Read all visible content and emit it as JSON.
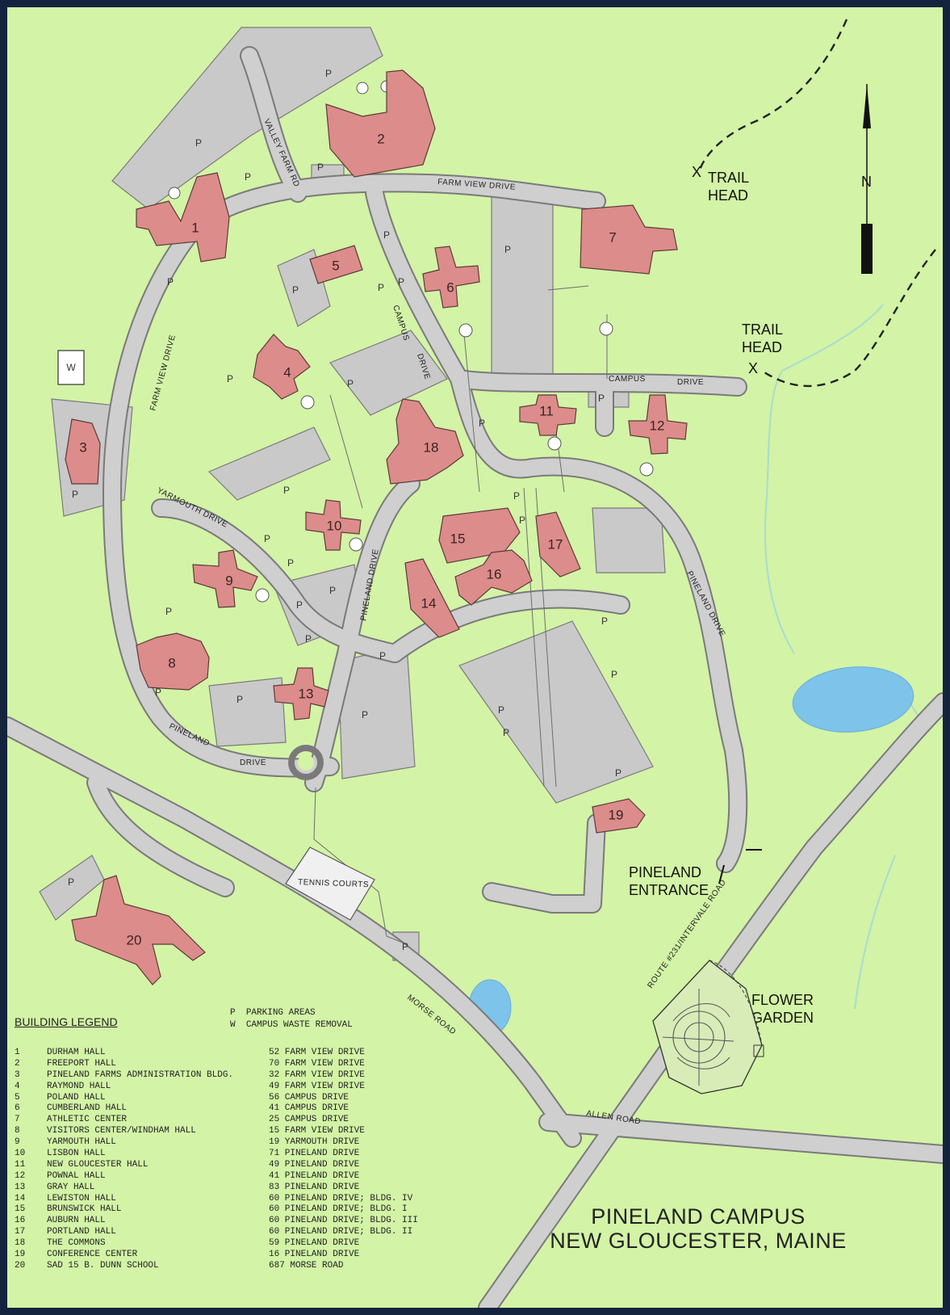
{
  "title": {
    "line1": "PINELAND CAMPUS",
    "line2": "NEW GLOUCESTER, MAINE"
  },
  "compass": {
    "label": "N"
  },
  "places": {
    "trail_head_1": [
      "TRAIL",
      "HEAD"
    ],
    "trail_head_2": [
      "TRAIL",
      "HEAD"
    ],
    "entrance": [
      "PINELAND",
      "ENTRANCE"
    ],
    "flower_garden": [
      "FLOWER",
      "GARDEN"
    ],
    "tennis_courts": "TENNIS COURTS",
    "waste": "W",
    "parking": "P"
  },
  "roads": {
    "farm_view_top": "FARM VIEW DRIVE",
    "farm_view_left": "FARM VIEW DRIVE",
    "valley_farm": "VALLEY FARM RD",
    "campus_drive_1": "CAMPUS",
    "campus_drive_2": "DRIVE",
    "campus_drive_upper_1": "CAMPUS",
    "campus_drive_upper_2": "DRIVE",
    "yarmouth": "YARMOUTH DRIVE",
    "pineland_center": "PINELAND DRIVE",
    "pineland_right": "PINELAND DRIVE",
    "pineland_lower_1": "PINELAND",
    "pineland_lower_2": "DRIVE",
    "morse": "MORSE ROAD",
    "allen": "ALLEN ROAD",
    "route": "ROUTE #231/INTERVALE ROAD"
  },
  "key": {
    "parking_code": "P",
    "parking_text": "PARKING AREAS",
    "waste_code": "W",
    "waste_text": "CAMPUS WASTE REMOVAL"
  },
  "legend": {
    "title": "BUILDING LEGEND",
    "buildings": [
      {
        "num": "1",
        "name": "DURHAM HALL",
        "address": "52 FARM VIEW DRIVE"
      },
      {
        "num": "2",
        "name": "FREEPORT HALL",
        "address": "70 FARM VIEW DRIVE"
      },
      {
        "num": "3",
        "name": "PINELAND FARMS ADMINISTRATION BLDG.",
        "address": "32 FARM VIEW DRIVE"
      },
      {
        "num": "4",
        "name": "RAYMOND HALL",
        "address": "49 FARM VIEW DRIVE"
      },
      {
        "num": "5",
        "name": "POLAND HALL",
        "address": "56 CAMPUS DRIVE"
      },
      {
        "num": "6",
        "name": "CUMBERLAND HALL",
        "address": "41 CAMPUS DRIVE"
      },
      {
        "num": "7",
        "name": "ATHLETIC CENTER",
        "address": "25 CAMPUS DRIVE"
      },
      {
        "num": "8",
        "name": "VISITORS CENTER/WINDHAM HALL",
        "address": "15 FARM VIEW DRIVE"
      },
      {
        "num": "9",
        "name": "YARMOUTH HALL",
        "address": "19 YARMOUTH DRIVE"
      },
      {
        "num": "10",
        "name": "LISBON HALL",
        "address": "71 PINELAND DRIVE"
      },
      {
        "num": "11",
        "name": "NEW GLOUCESTER HALL",
        "address": "49 PINELAND DRIVE"
      },
      {
        "num": "12",
        "name": "POWNAL HALL",
        "address": "41 PINELAND DRIVE"
      },
      {
        "num": "13",
        "name": "GRAY HALL",
        "address": "83 PINELAND DRIVE"
      },
      {
        "num": "14",
        "name": "LEWISTON HALL",
        "address": "60 PINELAND DRIVE; BLDG. IV"
      },
      {
        "num": "15",
        "name": "BRUNSWICK HALL",
        "address": "60 PINELAND DRIVE; BLDG. I"
      },
      {
        "num": "16",
        "name": "AUBURN HALL",
        "address": "60 PINELAND DRIVE; BLDG. III"
      },
      {
        "num": "17",
        "name": "PORTLAND HALL",
        "address": "60 PINELAND DRIVE; BLDG. II"
      },
      {
        "num": "18",
        "name": "THE COMMONS",
        "address": "59 PINELAND DRIVE"
      },
      {
        "num": "19",
        "name": "CONFERENCE CENTER",
        "address": "16 PINELAND DRIVE"
      },
      {
        "num": "20",
        "name": "SAD 15 B. DUNN SCHOOL",
        "address": "687 MORSE ROAD"
      }
    ]
  },
  "colors": {
    "grass": "#d3f3a6",
    "building": "#dc8c8a",
    "road": "#c9c9c9",
    "water": "#7ec3ea",
    "frame": "#14243f"
  }
}
